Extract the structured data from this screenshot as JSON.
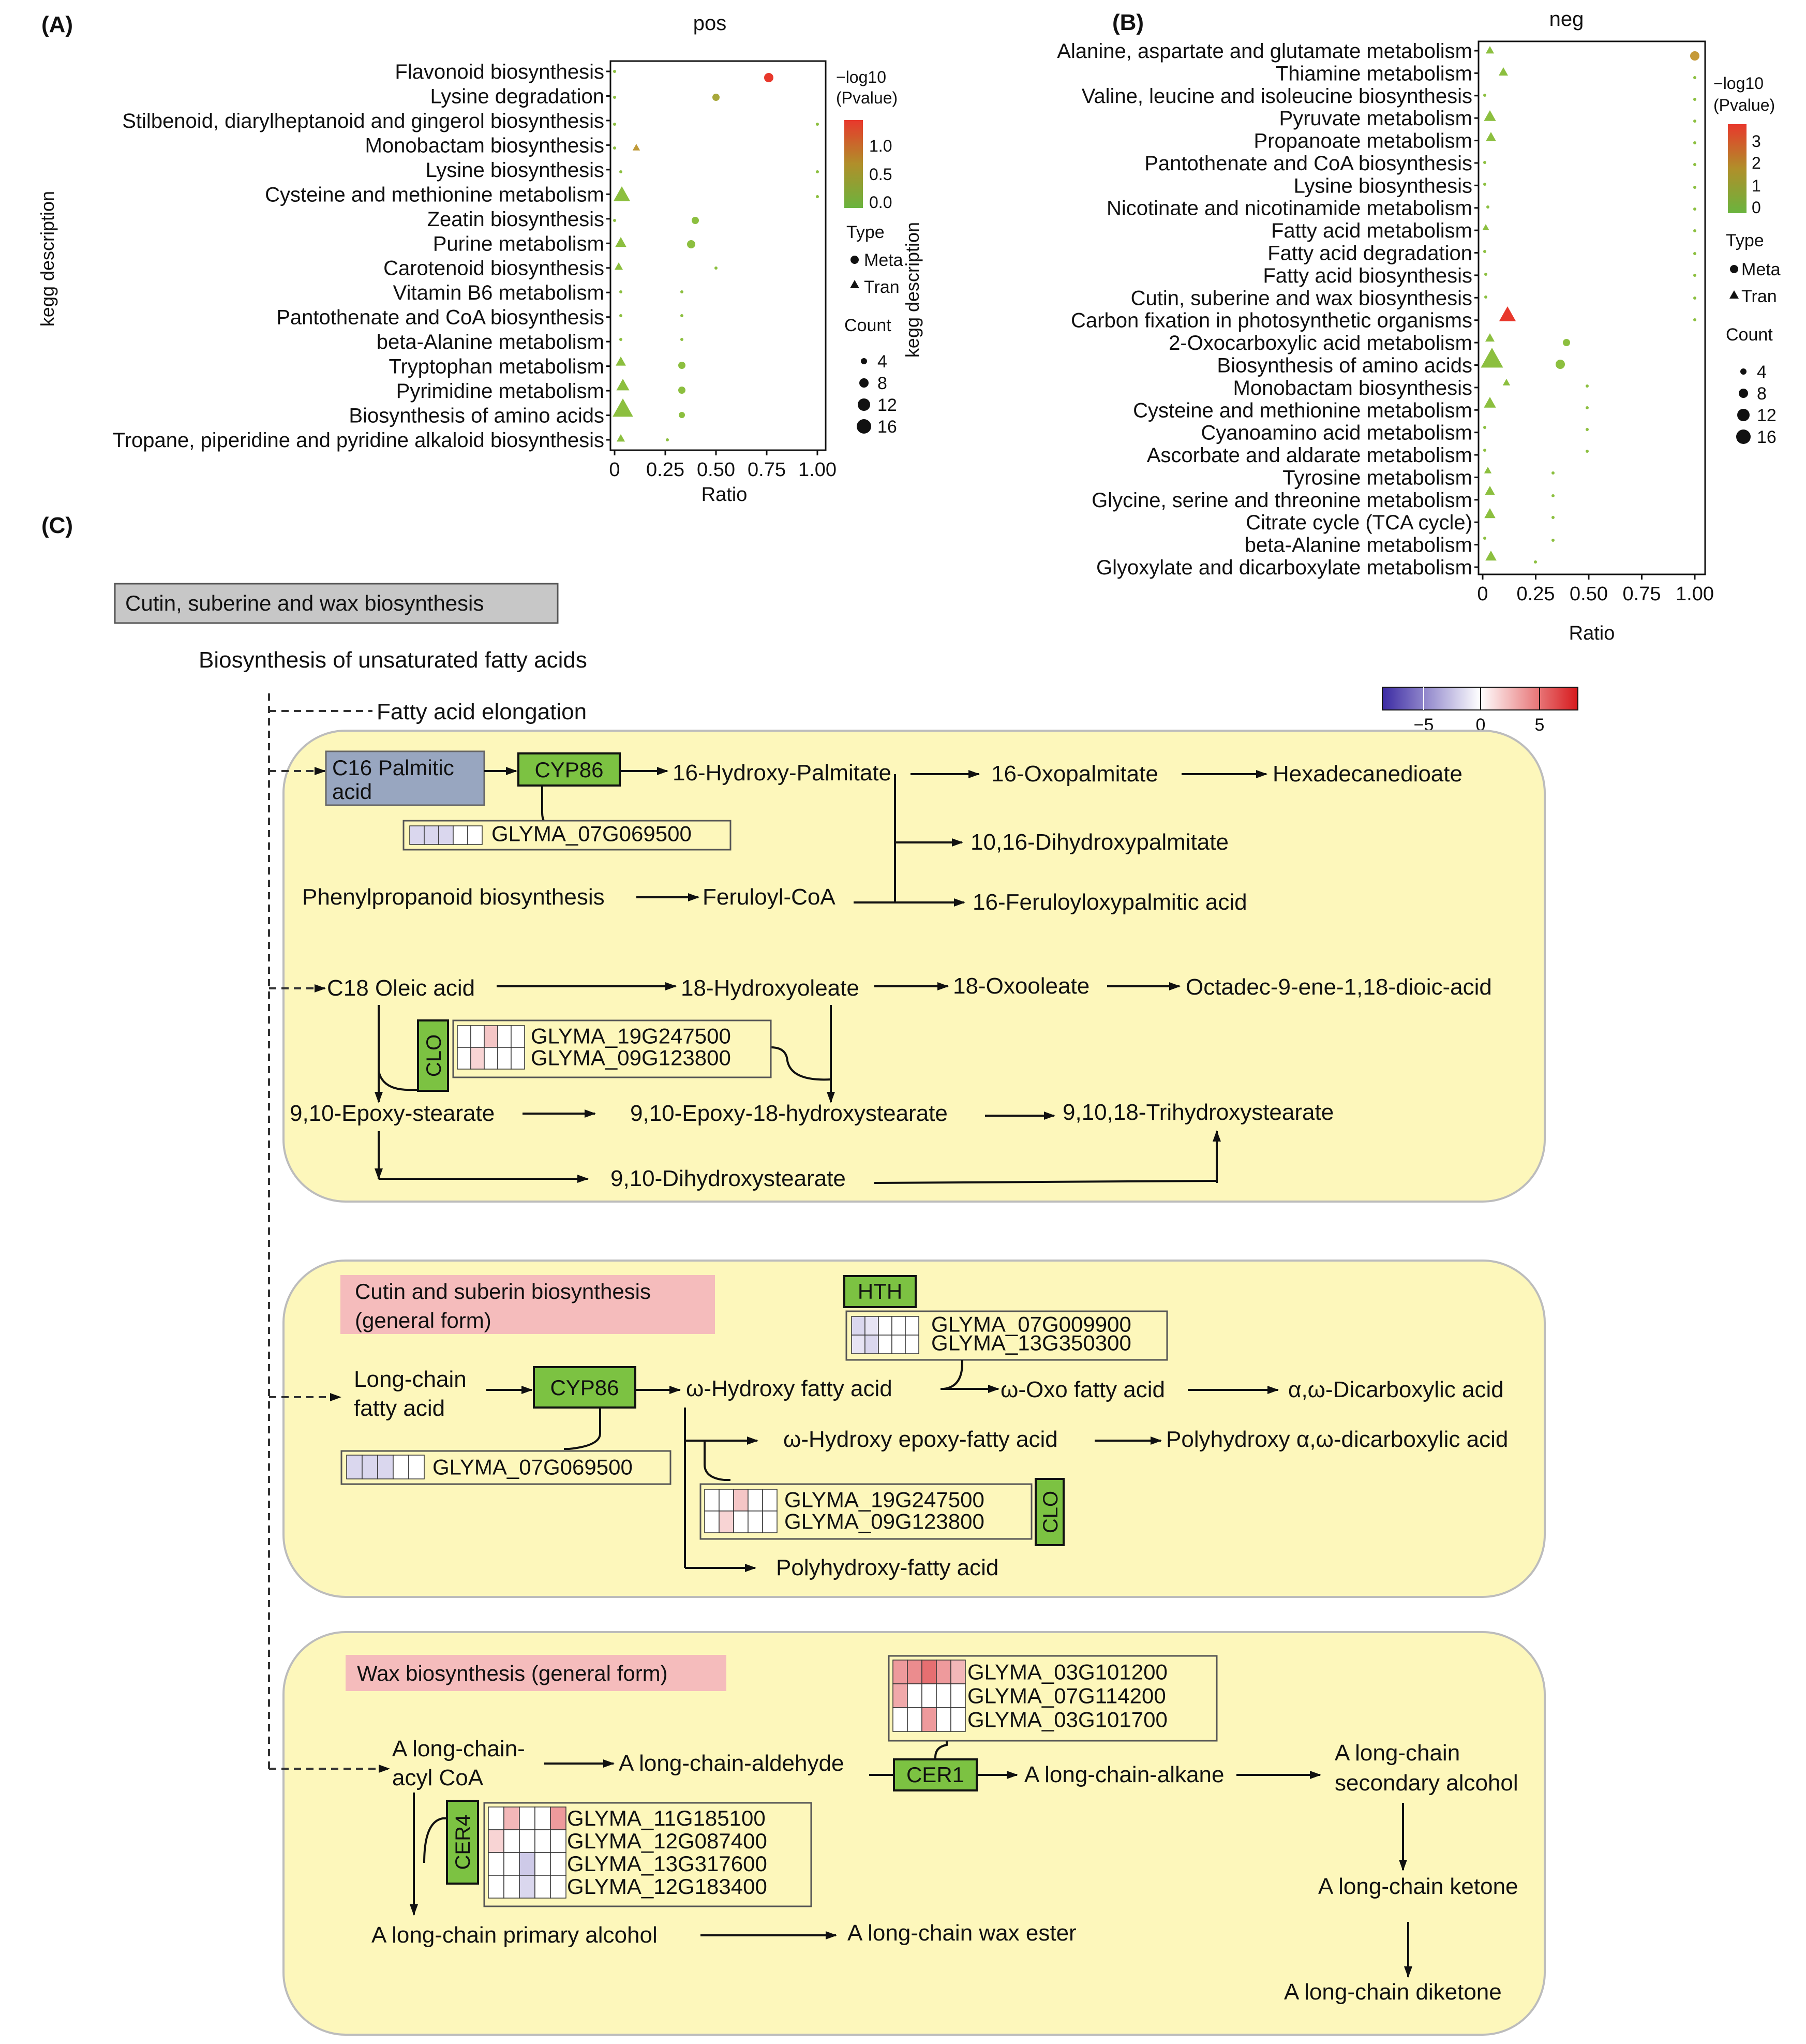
{
  "panels": {
    "a": {
      "label": "(A)",
      "title": "pos",
      "ylabel": "kegg description",
      "categories": [
        "Flavonoid biosynthesis",
        "Lysine degradation",
        "Stilbenoid, diarylheptanoid and gingerol biosynthesis",
        "Monobactam biosynthesis",
        "Lysine biosynthesis",
        "Cysteine and methionine metabolism",
        "Zeatin biosynthesis",
        "Purine metabolism",
        "Carotenoid biosynthesis",
        "Vitamin B6 metabolism",
        "Pantothenate and CoA biosynthesis",
        "beta-Alanine metabolism",
        "Tryptophan metabolism",
        "Pyrimidine metabolism",
        "Biosynthesis of amino acids",
        "Tropane, piperidine and pyridine alkaloid biosynthesis"
      ],
      "xticks": [
        "0",
        "0.25",
        "0.50",
        "0.75",
        "1.00"
      ],
      "xlabel": "Ratio",
      "colorbar_title": [
        "−log10",
        "(Pvalue)"
      ],
      "colorbar_ticks": [
        "1.0",
        "0.5",
        "0.0"
      ],
      "type_title": "Type",
      "type_labels": [
        "Meta",
        "Tran"
      ],
      "count_title": "Count",
      "count_labels": [
        "4",
        "8",
        "12",
        "16"
      ]
    },
    "b": {
      "label": "(B)",
      "title": "neg",
      "ylabel": "kegg description",
      "categories": [
        "Alanine, aspartate and glutamate metabolism",
        "Thiamine metabolism",
        "Valine, leucine and isoleucine biosynthesis",
        "Pyruvate metabolism",
        "Propanoate metabolism",
        "Pantothenate and CoA biosynthesis",
        "Lysine biosynthesis",
        "Nicotinate and nicotinamide metabolism",
        "Fatty acid metabolism",
        "Fatty acid degradation",
        "Fatty acid biosynthesis",
        "Cutin, suberine and wax biosynthesis",
        "Carbon fixation in photosynthetic organisms",
        "2-Oxocarboxylic acid metabolism",
        "Biosynthesis of amino acids",
        "Monobactam biosynthesis",
        "Cysteine and methionine metabolism",
        "Cyanoamino acid metabolism",
        "Ascorbate and aldarate metabolism",
        "Tyrosine metabolism",
        "Glycine, serine and threonine metabolism",
        "Citrate cycle (TCA cycle)",
        "beta-Alanine metabolism",
        "Glyoxylate and dicarboxylate metabolism"
      ],
      "xticks": [
        "0",
        "0.25",
        "0.50",
        "0.75",
        "1.00"
      ],
      "xlabel": "Ratio",
      "colorbar_title": [
        "−log10",
        "(Pvalue)"
      ],
      "colorbar_ticks": [
        "3",
        "2",
        "1",
        "0"
      ],
      "type_title": "Type",
      "type_labels": [
        "Meta",
        "Tran"
      ],
      "count_title": "Count",
      "count_labels": [
        "4",
        "8",
        "12",
        "16"
      ]
    },
    "c": {
      "label": "(C)",
      "title": "Cutin, suberine and wax biosynthesis",
      "heat_ticks": [
        "−5",
        "0",
        "5"
      ],
      "heat_scale": [
        -8,
        8
      ],
      "heat_colors": {
        "neg": "#3b2aa3",
        "mid": "#ffffff",
        "pos": "#d7191c"
      },
      "nodes": {
        "unsat": "Biosynthesis of unsaturated fatty acids",
        "fae": "Fatty acid elongation",
        "c16": [
          "C16 Palmitic",
          "acid"
        ],
        "hpal": "16-Hydroxy-Palmitate",
        "opal": "16-Oxopalmitate",
        "hexa": "Hexadecanedioate",
        "dihpal": "10,16-Dihydroxypalmitate",
        "ferpal": "16-Feruloyloxypalmitic acid",
        "phenyl": "Phenylpropanoid biosynthesis",
        "feruloyl": "Feruloyl-CoA",
        "c18": "C18 Oleic acid",
        "hole": "18-Hydroxyoleate",
        "oole": "18-Oxooleate",
        "octa": "Octadec-9-ene-1,18-dioic-acid",
        "epst": "9,10-Epoxy-stearate",
        "ephst": "9,10-Epoxy-18-hydroxystearate",
        "trihst": "9,10,18-Trihydroxystearate",
        "dihst": "9,10-Dihydroxystearate",
        "cutin_title": [
          "Cutin and suberin biosynthesis",
          "(general form)"
        ],
        "lcfa": [
          "Long-chain",
          "fatty acid"
        ],
        "whfa": "ω-Hydroxy fatty acid",
        "wofa": "ω-Oxo fatty acid",
        "dica": "α,ω-Dicarboxylic acid",
        "wepfa": "ω-Hydroxy epoxy-fatty acid",
        "polyd": "Polyhydroxy α,ω-dicarboxylic acid",
        "polyfa": "Polyhydroxy-fatty acid",
        "wax_title": "Wax biosynthesis (general form)",
        "lcacoa": [
          "A long-chain-",
          "acyl CoA"
        ],
        "lcald": "A long-chain-aldehyde",
        "lcalk": "A long-chain-alkane",
        "lcsec": [
          "A long-chain",
          "secondary alcohol"
        ],
        "lcket": "A long-chain ketone",
        "lcdik": "A long-chain diketone",
        "lcprim": "A long-chain primary alcohol",
        "lcwax": "A long-chain wax ester"
      },
      "enzymes": {
        "cyp86a": "CYP86",
        "clo1": "CLO",
        "hth": "HTH",
        "cyp86b": "CYP86",
        "clo2": "CLO",
        "cer1": "CER1",
        "cer4": "CER4"
      },
      "genes": {
        "g1": [
          {
            "id": "GLYMA_07G069500",
            "values": [
              -1.5,
              -1.5,
              -1.5,
              0,
              0
            ]
          }
        ],
        "g2": [
          {
            "id": "GLYMA_19G247500",
            "values": [
              0,
              0,
              2,
              0,
              0
            ]
          },
          {
            "id": "GLYMA_09G123800",
            "values": [
              0,
              1.5,
              0,
              0,
              0
            ]
          }
        ],
        "g3": [
          {
            "id": "GLYMA_07G009900",
            "values": [
              -1.5,
              -1,
              0,
              0,
              0
            ]
          },
          {
            "id": "GLYMA_13G350300",
            "values": [
              -1,
              -1.5,
              0,
              0,
              0
            ]
          }
        ],
        "g4": [
          {
            "id": "GLYMA_07G069500",
            "values": [
              -1.5,
              -1.5,
              -1.5,
              0,
              0
            ]
          }
        ],
        "g5": [
          {
            "id": "GLYMA_19G247500",
            "values": [
              0,
              0,
              2,
              0,
              0
            ]
          },
          {
            "id": "GLYMA_09G123800",
            "values": [
              0,
              1.5,
              0,
              0,
              0
            ]
          }
        ],
        "g6": [
          {
            "id": "GLYMA_03G101200",
            "values": [
              3.5,
              4,
              5,
              3.5,
              2.5
            ]
          },
          {
            "id": "GLYMA_07G114200",
            "values": [
              3,
              0,
              0,
              0,
              0
            ]
          },
          {
            "id": "GLYMA_03G101700",
            "values": [
              0,
              0,
              3.5,
              0,
              0
            ]
          }
        ],
        "g7": [
          {
            "id": "GLYMA_11G185100",
            "values": [
              0,
              2.5,
              0,
              0,
              3.5
            ]
          },
          {
            "id": "GLYMA_12G087400",
            "values": [
              1.5,
              0,
              0,
              0,
              0
            ]
          },
          {
            "id": "GLYMA_13G317600",
            "values": [
              0,
              0,
              -2,
              0,
              0
            ]
          },
          {
            "id": "GLYMA_12G183400",
            "values": [
              0,
              0,
              -1.5,
              0,
              0
            ]
          }
        ]
      }
    }
  }
}
